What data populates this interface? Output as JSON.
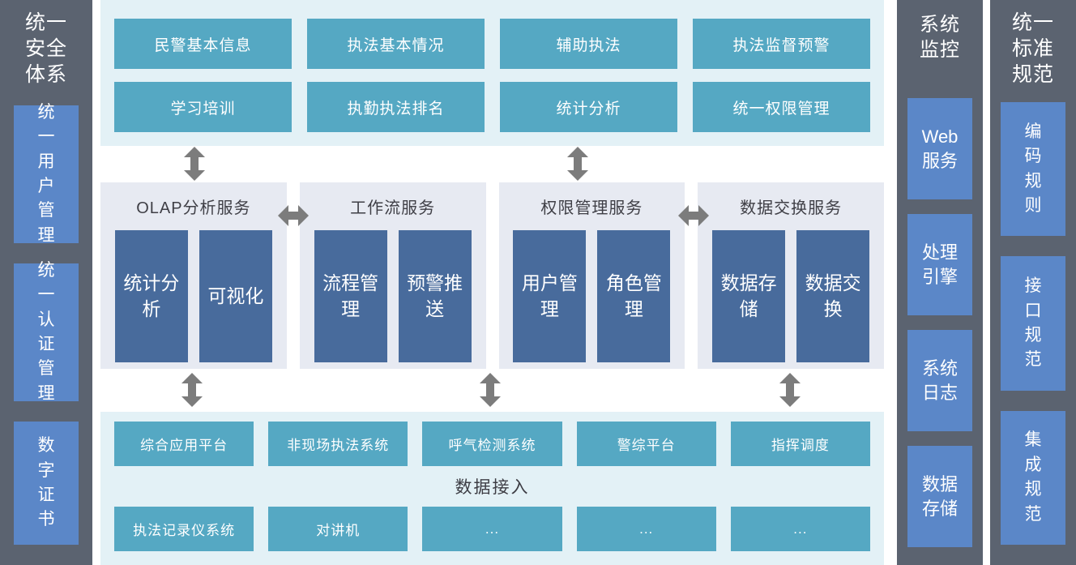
{
  "left_sidebar": {
    "title": "统一安全体系",
    "items": [
      {
        "label": "统一用户管理"
      },
      {
        "label": "统一认证管理"
      },
      {
        "label": "数字证书"
      }
    ]
  },
  "top_section": {
    "buttons": [
      "民警基本信息",
      "执法基本情况",
      "辅助执法",
      "执法监督预警",
      "学习培训",
      "执勤执法排名",
      "统计分析",
      "统一权限管理"
    ]
  },
  "services": [
    {
      "title": "OLAP分析服务",
      "items": [
        "统计分析",
        "可视化"
      ]
    },
    {
      "title": "工作流服务",
      "items": [
        "流程管理",
        "预警推送"
      ]
    },
    {
      "title": "权限管理服务",
      "items": [
        "用户管理",
        "角色管理"
      ]
    },
    {
      "title": "数据交换服务",
      "items": [
        "数据存储",
        "数据交换"
      ]
    }
  ],
  "bottom_section": {
    "row1": [
      "综合应用平台",
      "非现场执法系统",
      "呼气检测系统",
      "警综平台",
      "指挥调度"
    ],
    "label": "数据接入",
    "row2": [
      "执法记录仪系统",
      "对讲机",
      "...",
      "...",
      "..."
    ]
  },
  "monitor_sidebar": {
    "title": "系统监控",
    "items": [
      {
        "label": "Web服务"
      },
      {
        "label": "处理引擎"
      },
      {
        "label": "系统日志"
      },
      {
        "label": "数据存储"
      }
    ]
  },
  "standards_sidebar": {
    "title": "统一标准规范",
    "items": [
      {
        "label": "编码规则"
      },
      {
        "label": "接口规范"
      },
      {
        "label": "集成规范"
      }
    ]
  },
  "colors": {
    "sidebar_dark": "#5b6370",
    "sidebar_blue": "#5b87c8",
    "teal_node": "#55a8c3",
    "cyan_band": "#e3f1f6",
    "panel_bg": "#e7eaf2",
    "service_node_blue": "#486b9c",
    "arrow_gray": "#7c7c7c",
    "dark_text": "#3d3d44"
  }
}
